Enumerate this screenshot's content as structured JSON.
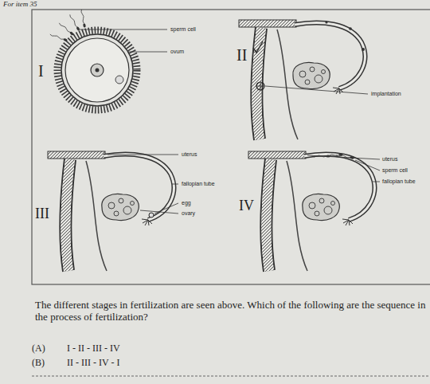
{
  "diagram": {
    "labels": [
      "For item 35",
      "I",
      "sperm cell",
      "ovum",
      "II",
      "implantation",
      "uterus",
      "fallopian tube",
      "egg",
      "ovary",
      "III",
      "IV",
      "uterus",
      "sperm cell",
      "fallopian tube",
      "The different stages in fertilization are seen above. Which of the following are the sequence in the process of fertilization?",
      "(A)",
      "I - II - III - IV",
      "(B)",
      "II - III - IV - I"
    ]
  }
}
